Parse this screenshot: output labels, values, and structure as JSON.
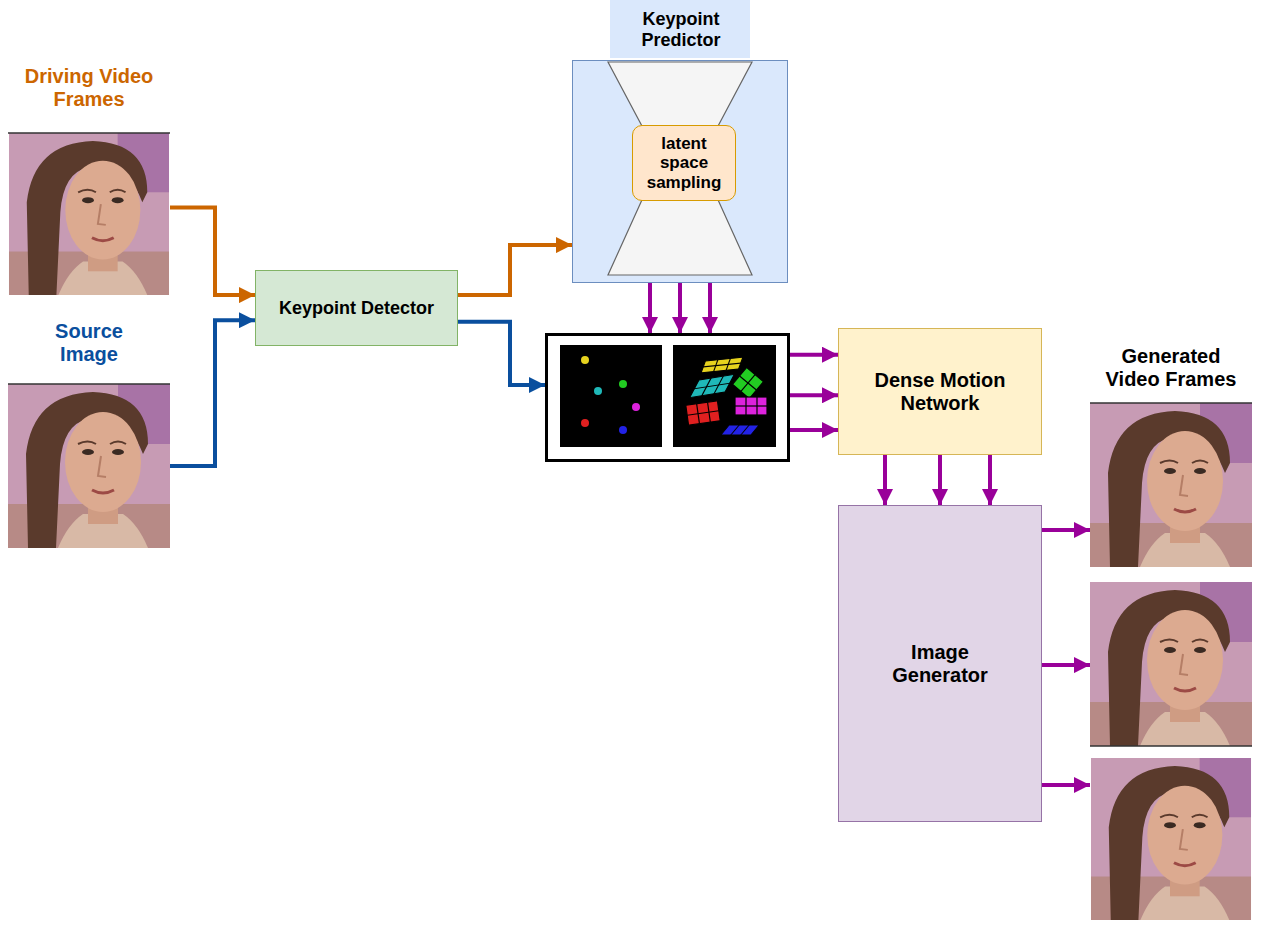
{
  "diagram": {
    "nodes": [
      {
        "text": [
          "Driving Video Frames"
        ]
      },
      {
        "text": [
          "Source Image"
        ]
      },
      {
        "text": [
          "Keypoint Detector"
        ]
      },
      {
        "text": [
          "Keypoint Predictor"
        ]
      },
      {
        "text": [
          "latent space sampling"
        ],
        "in": 3
      },
      {
        "text": [
          "Dense Motion Network"
        ]
      },
      {
        "text": [
          "Image Generator"
        ]
      },
      {
        "text": [
          "Generated Video Frames"
        ]
      }
    ],
    "edges": [
      {
        "from": 0,
        "to": 2,
        "arrow": "to"
      },
      {
        "from": 1,
        "to": 2,
        "arrow": "to"
      },
      {
        "from": 2,
        "to": 3,
        "arrow": "to"
      },
      {
        "from": 2,
        "to": 5,
        "arrow": "to"
      },
      {
        "from": 3,
        "to": 5,
        "arrow": "to"
      },
      {
        "from": 5,
        "to": 6,
        "arrow": "to"
      },
      {
        "from": 6,
        "to": 7,
        "arrow": "to"
      }
    ]
  }
}
